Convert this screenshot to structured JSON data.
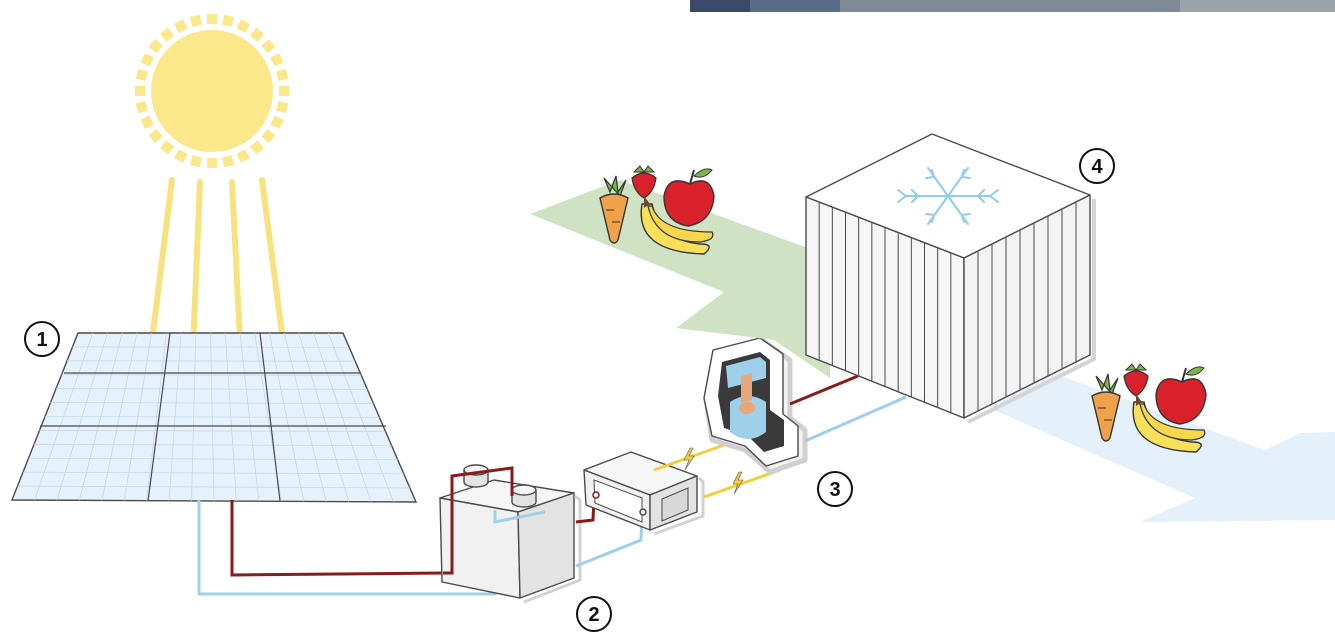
{
  "steps": {
    "solar_panels": "1",
    "battery": "2",
    "compressor": "3",
    "cold_storage": "4"
  },
  "colors": {
    "sun": "#fbe88a",
    "sun_rays": "#f8e27e",
    "panel": "#e6f2fb",
    "panel_grid": "#b8cfe3",
    "hot_line": "#8b1a1a",
    "cold_line": "#9fd0ea",
    "power_line": "#f2cf3b",
    "produce_in": "#cfe3c4",
    "produce_out": "#e4f1fb",
    "snowflake": "#8fcdea"
  },
  "icons": [
    "sun-icon",
    "solar-panel-icon",
    "battery-icon",
    "inverter-icon",
    "compressor-icon",
    "cold-storage-icon",
    "snowflake-icon",
    "carrot-icon",
    "strawberry-icon",
    "apple-icon",
    "banana-icon",
    "lightning-icon"
  ]
}
